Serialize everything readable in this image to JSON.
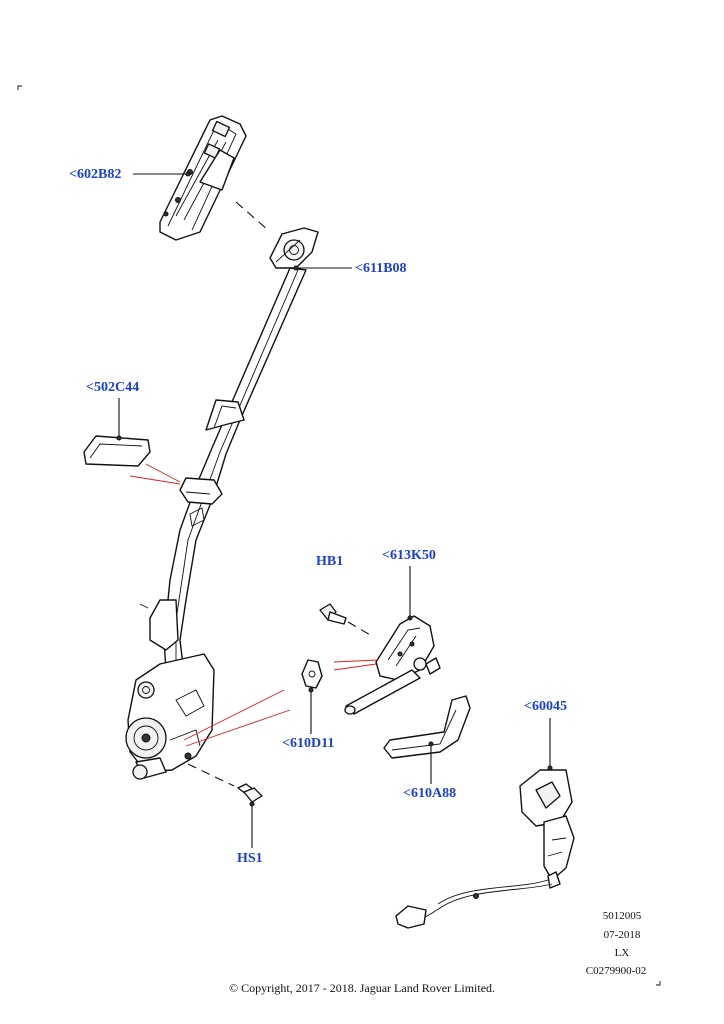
{
  "callouts": {
    "c602B82": "<602B82",
    "c611B08": "<611B08",
    "c502C44": "<502C44",
    "cHB1": "HB1",
    "c613K50": "<613K50",
    "c610D11": "<610D11",
    "c610A88": "<610A88",
    "c60045": "<60045",
    "cHS1": "HS1"
  },
  "stamp": {
    "line1": "5012005",
    "line2": "07-2018",
    "line3": "LX",
    "line4": "C0279900-02"
  },
  "copyright": "© Copyright, 2017 - 2018. Jaguar Land Rover Limited.",
  "colors": {
    "callout": "#1a3fd6",
    "guide_lines": "#e02020",
    "linework": "#111111"
  }
}
